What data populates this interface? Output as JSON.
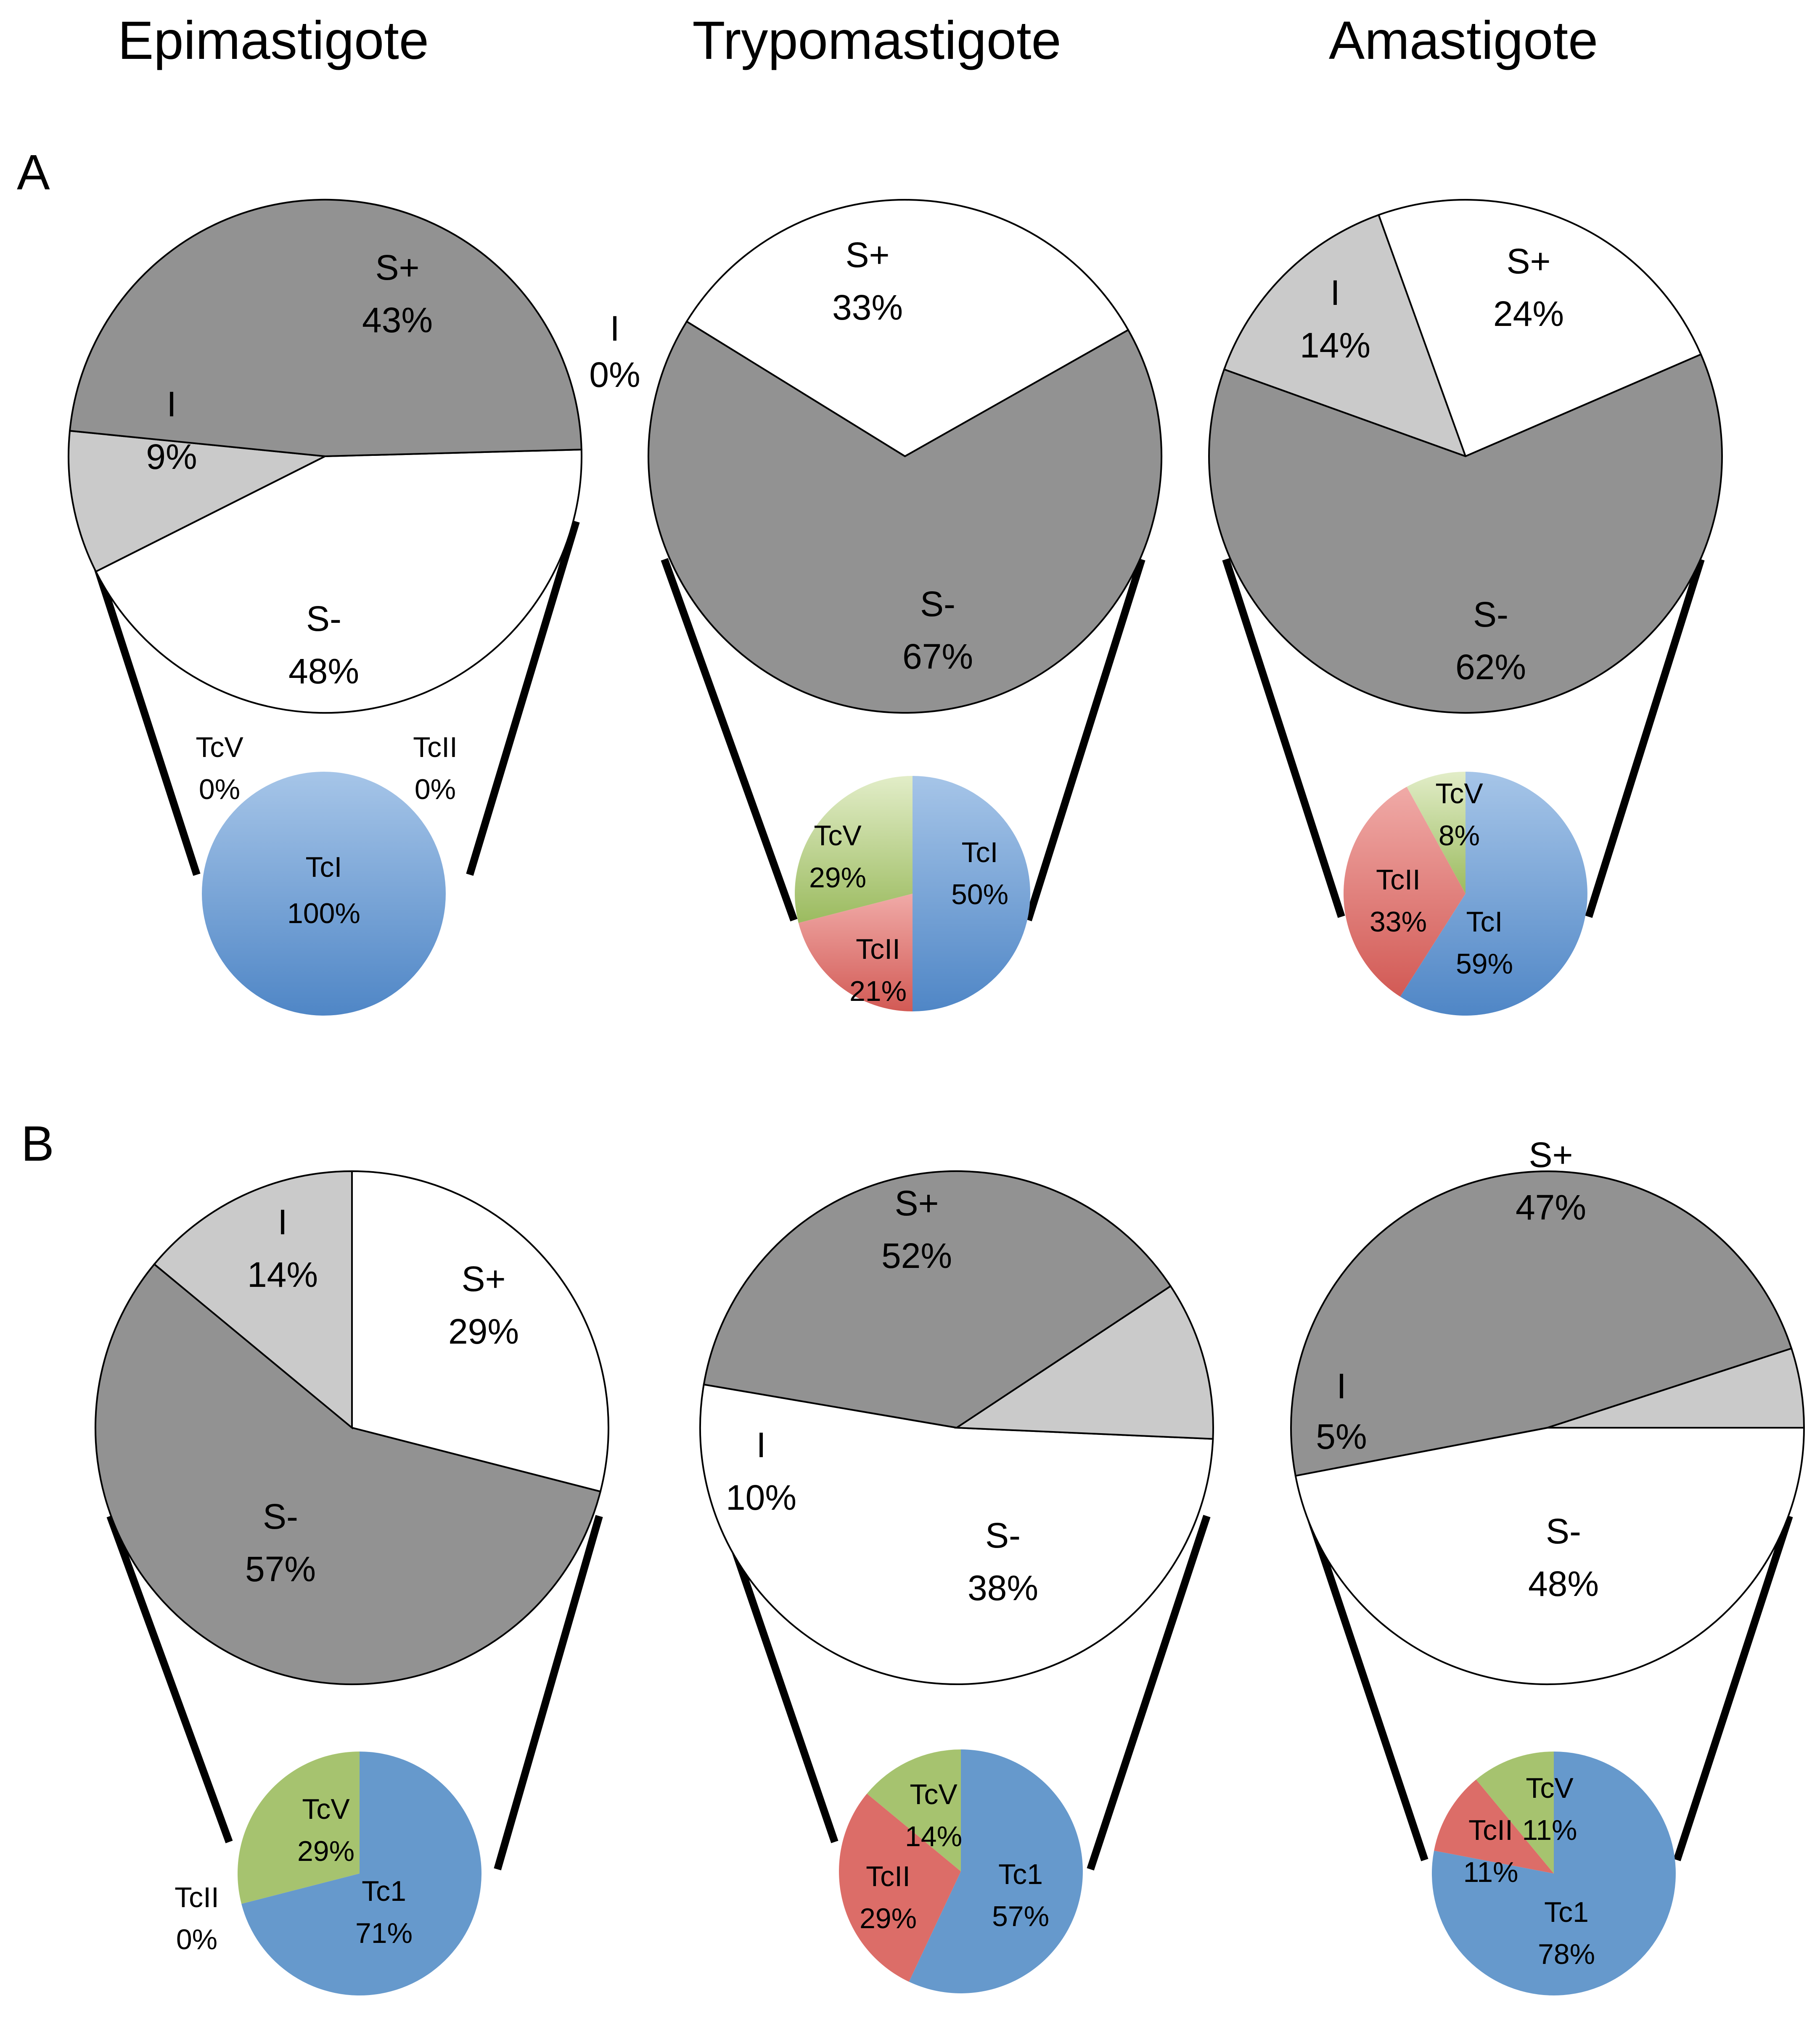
{
  "column_titles": [
    "Epimastigote",
    "Trypomastigote",
    "Amastigote"
  ],
  "panel_labels": [
    "A",
    "B"
  ],
  "colors": {
    "S+": "#ffffff",
    "I": "#cacaca",
    "S-": "#929292",
    "TcI": "#6699cc",
    "TcI_light": "#a6c5e8",
    "TcII": "#dc6d68",
    "TcII_light": "#f0aaa7",
    "TcV": "#a6c36f",
    "TcV_light": "#d3e3af",
    "Tc1": "#6699cc",
    "outline": "#000000"
  },
  "chart_data": [
    {
      "type": "pie",
      "panel": "A",
      "stage": "Epimastigote",
      "level": "response",
      "categories": [
        "S+",
        "I",
        "S-"
      ],
      "values": [
        43,
        9,
        48
      ],
      "labels": [
        {
          "name": "S+",
          "pct": "43%"
        },
        {
          "name": "I",
          "pct": "9%"
        },
        {
          "name": "S-",
          "pct": "48%"
        }
      ]
    },
    {
      "type": "pie",
      "panel": "A",
      "stage": "Epimastigote",
      "level": "DTU",
      "categories": [
        "TcI",
        "TcII",
        "TcV"
      ],
      "values": [
        100,
        0,
        0
      ],
      "labels": [
        {
          "name": "TcI",
          "pct": "100%"
        },
        {
          "name": "TcII",
          "pct": "0%"
        },
        {
          "name": "TcV",
          "pct": "0%"
        }
      ]
    },
    {
      "type": "pie",
      "panel": "A",
      "stage": "Trypomastigote",
      "level": "response",
      "categories": [
        "S+",
        "I",
        "S-"
      ],
      "values": [
        33,
        0,
        67
      ],
      "labels": [
        {
          "name": "S+",
          "pct": "33%"
        },
        {
          "name": "I",
          "pct": "0%"
        },
        {
          "name": "S-",
          "pct": "67%"
        }
      ]
    },
    {
      "type": "pie",
      "panel": "A",
      "stage": "Trypomastigote",
      "level": "DTU",
      "categories": [
        "TcI",
        "TcII",
        "TcV"
      ],
      "values": [
        50,
        21,
        29
      ],
      "labels": [
        {
          "name": "TcI",
          "pct": "50%"
        },
        {
          "name": "TcII",
          "pct": "21%"
        },
        {
          "name": "TcV",
          "pct": "29%"
        }
      ]
    },
    {
      "type": "pie",
      "panel": "A",
      "stage": "Amastigote",
      "level": "response",
      "categories": [
        "S+",
        "I",
        "S-"
      ],
      "values": [
        24,
        14,
        62
      ],
      "labels": [
        {
          "name": "S+",
          "pct": "24%"
        },
        {
          "name": "I",
          "pct": "14%"
        },
        {
          "name": "S-",
          "pct": "62%"
        }
      ]
    },
    {
      "type": "pie",
      "panel": "A",
      "stage": "Amastigote",
      "level": "DTU",
      "categories": [
        "TcI",
        "TcII",
        "TcV"
      ],
      "values": [
        59,
        33,
        8
      ],
      "labels": [
        {
          "name": "TcI",
          "pct": "59%"
        },
        {
          "name": "TcII",
          "pct": "33%"
        },
        {
          "name": "TcV",
          "pct": "8%"
        }
      ]
    },
    {
      "type": "pie",
      "panel": "B",
      "stage": "Epimastigote",
      "level": "response",
      "categories": [
        "S+",
        "I",
        "S-"
      ],
      "values": [
        29,
        14,
        57
      ],
      "labels": [
        {
          "name": "S+",
          "pct": "29%"
        },
        {
          "name": "I",
          "pct": "14%"
        },
        {
          "name": "S-",
          "pct": "57%"
        }
      ]
    },
    {
      "type": "pie",
      "panel": "B",
      "stage": "Epimastigote",
      "level": "DTU",
      "categories": [
        "Tc1",
        "TcII",
        "TcV"
      ],
      "values": [
        71,
        0,
        29
      ],
      "labels": [
        {
          "name": "Tc1",
          "pct": "71%"
        },
        {
          "name": "TcII",
          "pct": "0%"
        },
        {
          "name": "TcV",
          "pct": "29%"
        }
      ]
    },
    {
      "type": "pie",
      "panel": "B",
      "stage": "Trypomastigote",
      "level": "response",
      "categories": [
        "S+",
        "I",
        "S-"
      ],
      "values": [
        52,
        10,
        38
      ],
      "labels": [
        {
          "name": "S+",
          "pct": "52%"
        },
        {
          "name": "I",
          "pct": "10%"
        },
        {
          "name": "S-",
          "pct": "38%"
        }
      ]
    },
    {
      "type": "pie",
      "panel": "B",
      "stage": "Trypomastigote",
      "level": "DTU",
      "categories": [
        "Tc1",
        "TcII",
        "TcV"
      ],
      "values": [
        57,
        29,
        14
      ],
      "labels": [
        {
          "name": "Tc1",
          "pct": "57%"
        },
        {
          "name": "TcII",
          "pct": "29%"
        },
        {
          "name": "TcV",
          "pct": "14%"
        }
      ]
    },
    {
      "type": "pie",
      "panel": "B",
      "stage": "Amastigote",
      "level": "response",
      "categories": [
        "S+",
        "I",
        "S-"
      ],
      "values": [
        47,
        5,
        48
      ],
      "labels": [
        {
          "name": "S+",
          "pct": "47%"
        },
        {
          "name": "I",
          "pct": "5%"
        },
        {
          "name": "S-",
          "pct": "48%"
        }
      ]
    },
    {
      "type": "pie",
      "panel": "B",
      "stage": "Amastigote",
      "level": "DTU",
      "categories": [
        "Tc1",
        "TcII",
        "TcV"
      ],
      "values": [
        78,
        11,
        11
      ],
      "labels": [
        {
          "name": "Tc1",
          "pct": "78%"
        },
        {
          "name": "TcII",
          "pct": "11%"
        },
        {
          "name": "TcV",
          "pct": "11%"
        }
      ]
    }
  ]
}
